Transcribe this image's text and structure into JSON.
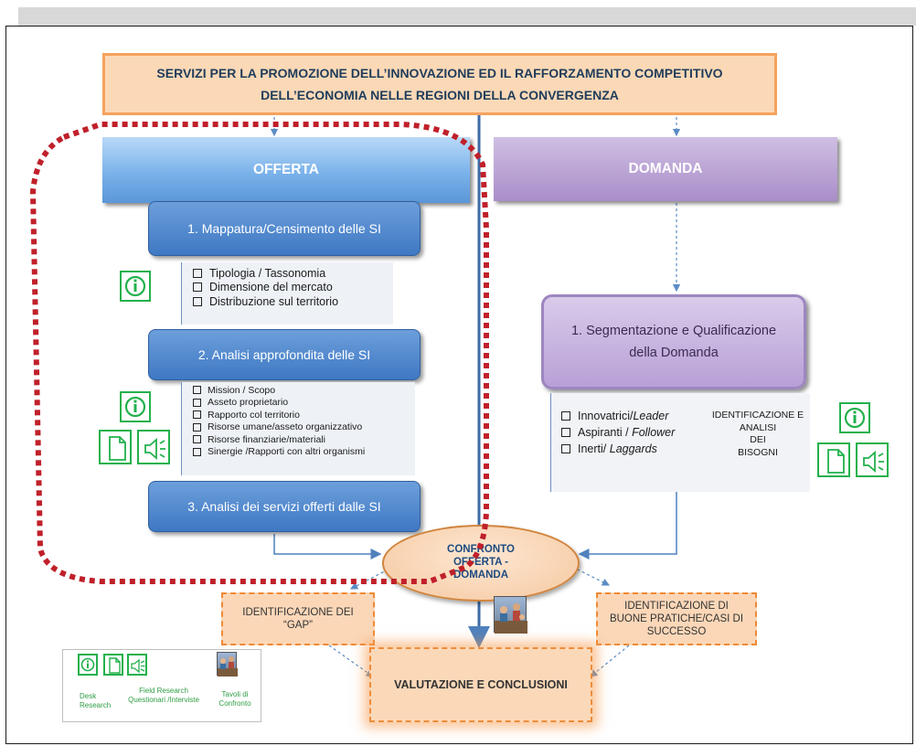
{
  "title": {
    "line1": "SERVIZI PER LA PROMOZIONE DELL’INNOVAZIONE ED IL RAFFORZAMENTO COMPETITIVO",
    "line2": "DELL’ECONOMIA NELLE REGIONI DELLA CONVERGENZA"
  },
  "offerta": {
    "label": "OFFERTA",
    "step1": "1. Mappatura/Censimento delle SI",
    "list1": [
      "Tipologia / Tassonomia",
      "Dimensione del mercato",
      "Distribuzione sul territorio"
    ],
    "step2": "2. Analisi approfondita delle SI",
    "list2": [
      "Mission / Scopo",
      "Asseto proprietario",
      "Rapporto col territorio",
      "Risorse umane/asseto organizzativo",
      "Risorse finanziarie/materiali",
      "Sinergie /Rapporti con altri organismi"
    ],
    "step3": "3. Analisi dei servizi offerti dalle SI"
  },
  "domanda": {
    "label": "DOMANDA",
    "seg_line1": "1. Segmentazione e Qualificazione",
    "seg_line2": "della Domanda",
    "list": [
      {
        "main": "Innovatrici/",
        "italic": "Leader"
      },
      {
        "main": "Aspiranti / ",
        "italic": "Follower"
      },
      {
        "main": "Inerti/ ",
        "italic": "Laggards"
      }
    ],
    "ident": [
      "IDENTIFICAZIONE E",
      "ANALISI",
      "DEI",
      "BISOGNI"
    ]
  },
  "confronto": {
    "line1": "CONFRONTO",
    "line2": "OFFERTA -",
    "line3": "DOMANDA"
  },
  "gap": {
    "line1": "IDENTIFICAZIONE DEI",
    "line2": "“GAP”"
  },
  "buone": {
    "line1": "IDENTIFICAZIONE DI",
    "line2": "BUONE PRATICHE/CASI DI",
    "line3": "SUCCESSO"
  },
  "valutazione": "VALUTAZIONE E CONCLUSIONI",
  "legend": {
    "desk1": "Desk",
    "desk2": "Research",
    "field1": "Field Research",
    "field2": "Questionari /Interviste",
    "tavoli1": "Tavoli di",
    "tavoli2": "Confronto"
  },
  "colors": {
    "dotted_boundary": "#c0202a",
    "icon_green": "#22b14c",
    "arrow_blue": "#4f81bd"
  },
  "icons": [
    "info-icon",
    "document-icon",
    "speaker-icon",
    "meeting-photo-icon"
  ]
}
